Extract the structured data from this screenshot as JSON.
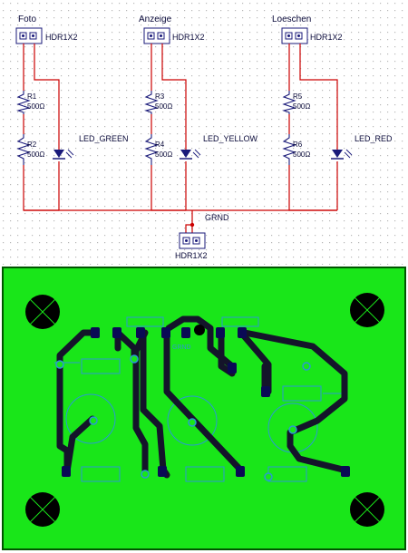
{
  "schematic": {
    "colors": {
      "wire": "#cc0000",
      "part": "#1a1a7a",
      "label": "#0a0a3a",
      "grid": "#b8b8b8"
    },
    "channels": [
      {
        "name": "Foto",
        "header": "HDR1X2",
        "r_top": {
          "ref": "R1",
          "value": "500Ω"
        },
        "r_bot": {
          "ref": "R2",
          "value": "500Ω"
        },
        "led": "LED_GREEN"
      },
      {
        "name": "Anzeige",
        "header": "HDR1X2",
        "r_top": {
          "ref": "R3",
          "value": "500Ω"
        },
        "r_bot": {
          "ref": "R4",
          "value": "500Ω"
        },
        "led": "LED_YELLOW"
      },
      {
        "name": "Loeschen",
        "header": "HDR1X2",
        "r_top": {
          "ref": "R5",
          "value": "500Ω"
        },
        "r_bot": {
          "ref": "R6",
          "value": "500Ω"
        },
        "led": "LED_RED"
      }
    ],
    "ground": {
      "net": "GRND",
      "header": "HDR1X2"
    }
  },
  "pcb": {
    "colors": {
      "board": "#19e619",
      "outline": "#005500",
      "trace": "#14142a",
      "silk": "#2a9ad0",
      "pad": "#0a0a55",
      "hole": "#000000"
    },
    "mounting_holes": 4,
    "silk_labels": {
      "ground": "GRND"
    }
  }
}
